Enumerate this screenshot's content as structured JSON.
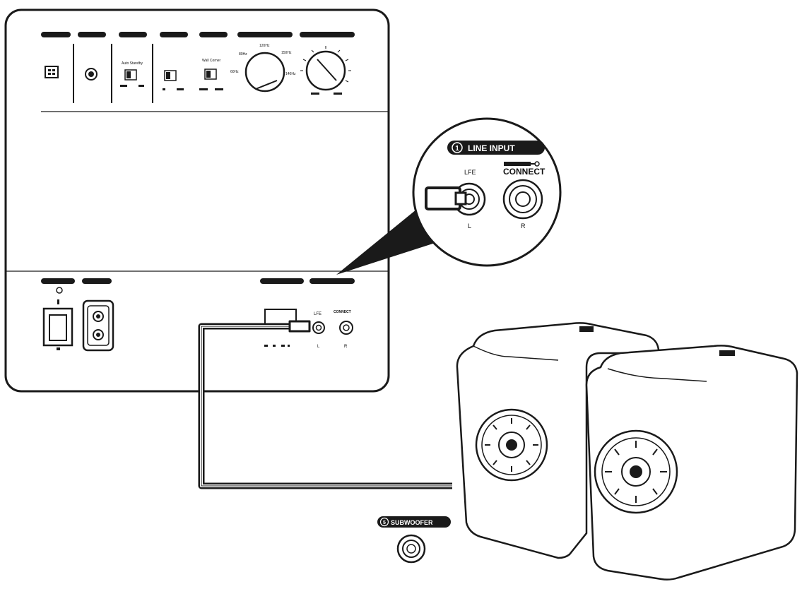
{
  "callout": {
    "badge_number": "1",
    "section_title": "LINE INPUT",
    "left_jack_top_label": "LFE",
    "left_jack_bottom_label": "L",
    "right_jack_bottom_label": "R",
    "connect_logo_text": "CONNECT"
  },
  "panel": {
    "labels": {
      "auto_standby": "Auto Standby",
      "wall_corner": "Wall Corner",
      "freq_low_left": "80Hz",
      "freq_top": "120Hz",
      "freq_top_right": "150Hz",
      "freq_right": "140Hz",
      "freq_left": "60Hz",
      "lfe_jack_top": "LFE",
      "lfe_jack_bottom": "L",
      "right_jack_bottom": "R",
      "connect_small": "CONNECT"
    }
  },
  "subwoofer_port": {
    "badge_number": "5",
    "label": "SUBWOOFER"
  },
  "colors": {
    "line": "#1a1a1a",
    "pill": "#1a1a1a",
    "background": "#ffffff"
  }
}
